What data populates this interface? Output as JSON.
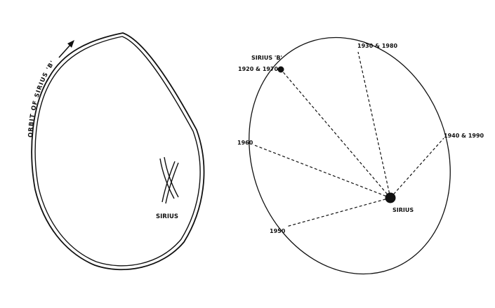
{
  "left_panel": {
    "orbit_label": "ORBIT OF SIRIUS 'B'",
    "star_label": "SIRIUS"
  },
  "right_panel": {
    "companion_label": "SIRIUS 'B'",
    "star_label": "SIRIUS",
    "epochs": [
      {
        "label": "1920 & 1970"
      },
      {
        "label": "1930 & 1980"
      },
      {
        "label": "1940 & 1990"
      },
      {
        "label": "1960"
      },
      {
        "label": "1950"
      }
    ]
  },
  "colors": {
    "ink": "#111111",
    "background": "#ffffff"
  }
}
